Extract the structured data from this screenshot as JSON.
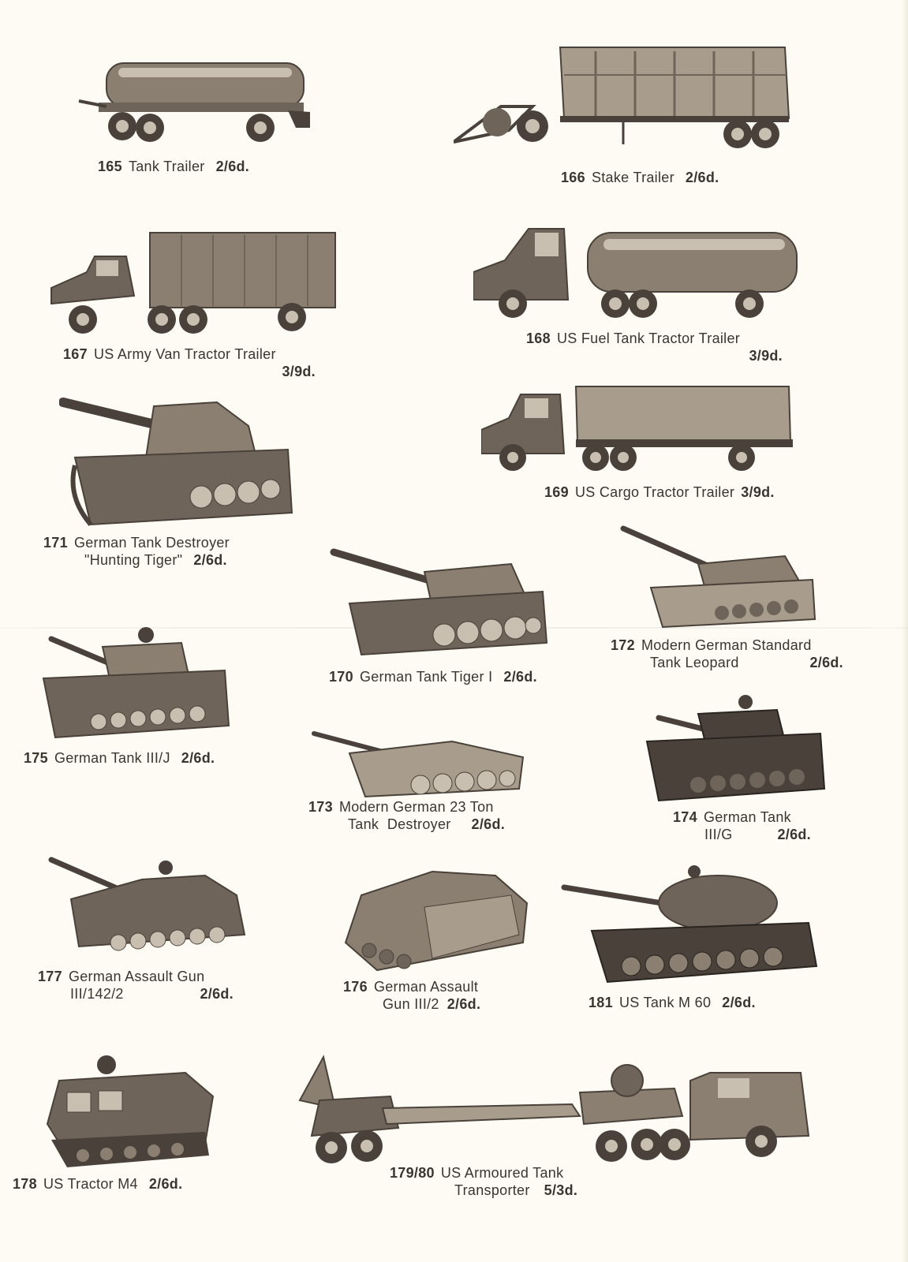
{
  "items": [
    {
      "num": "165",
      "name": "Tank Trailer",
      "name2": "",
      "price": "2/6d.",
      "icon": "tank-trailer"
    },
    {
      "num": "166",
      "name": "Stake Trailer",
      "name2": "",
      "price": "2/6d.",
      "icon": "stake-trailer"
    },
    {
      "num": "167",
      "name": "US Army Van Tractor Trailer",
      "name2": "",
      "price": "3/9d.",
      "icon": "van-tractor-trailer"
    },
    {
      "num": "168",
      "name": "US Fuel Tank Tractor Trailer",
      "name2": "",
      "price": "3/9d.",
      "icon": "fuel-tank-tractor-trailer"
    },
    {
      "num": "169",
      "name": "US Cargo Tractor Trailer",
      "name2": "",
      "price": "3/9d.",
      "icon": "cargo-tractor-trailer"
    },
    {
      "num": "171",
      "name": "German Tank Destroyer",
      "name2": "\"Hunting Tiger\"",
      "price": "2/6d.",
      "icon": "hunting-tiger"
    },
    {
      "num": "170",
      "name": "German Tank Tiger I",
      "name2": "",
      "price": "2/6d.",
      "icon": "tiger-tank"
    },
    {
      "num": "172",
      "name": "Modern German Standard",
      "name2": "Tank Leopard",
      "price": "2/6d.",
      "icon": "leopard-tank"
    },
    {
      "num": "175",
      "name": "German Tank III/J",
      "name2": "",
      "price": "2/6d.",
      "icon": "tank-iii-j"
    },
    {
      "num": "173",
      "name": "Modern German 23 Ton",
      "name2": "Tank  Destroyer",
      "price": "2/6d.",
      "icon": "tank-destroyer-23-ton"
    },
    {
      "num": "174",
      "name": "German Tank",
      "name2": "III/G",
      "price": "2/6d.",
      "icon": "tank-iii-g"
    },
    {
      "num": "177",
      "name": "German Assault Gun",
      "name2": "III/142/2",
      "price": "2/6d.",
      "icon": "assault-gun-142"
    },
    {
      "num": "176",
      "name": "German Assault",
      "name2": "Gun III/2",
      "price": "2/6d.",
      "icon": "assault-gun-iii-2"
    },
    {
      "num": "181",
      "name": "US Tank M 60",
      "name2": "",
      "price": "2/6d.",
      "icon": "m60-tank"
    },
    {
      "num": "178",
      "name": "US Tractor M4",
      "name2": "",
      "price": "2/6d.",
      "icon": "m4-tractor"
    },
    {
      "num": "179/80",
      "name": "US Armoured Tank",
      "name2": "Transporter",
      "price": "5/3d.",
      "icon": "tank-transporter"
    }
  ],
  "colors": {
    "paper": "#fdfbf3",
    "ink": "#3a3530",
    "metal": "#8a7f70",
    "metalDark": "#4a423a",
    "metalLight": "#c9bfb0"
  }
}
